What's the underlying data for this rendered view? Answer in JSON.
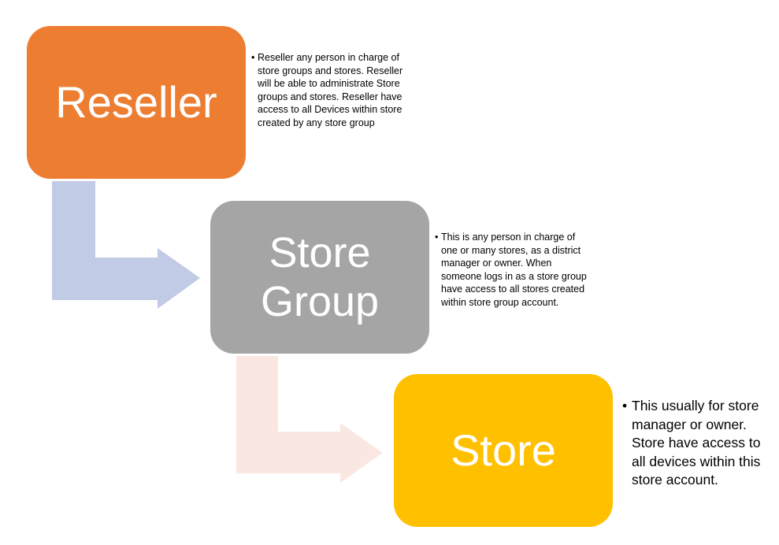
{
  "diagram": {
    "nodes": [
      {
        "id": "reseller",
        "label": "Reseller",
        "color": "#ED7D31"
      },
      {
        "id": "store-group",
        "label_lines": [
          "Store",
          "Group"
        ],
        "color": "#A5A5A5"
      },
      {
        "id": "store",
        "label": "Store",
        "color": "#FFC000"
      }
    ],
    "descriptions": {
      "reseller": "Reseller any person in charge of store groups and stores. Reseller will be able to administrate Store groups and stores. Reseller have access to all Devices within store created by any store group",
      "store_group": "This is any person in charge of one or many stores, as a district manager or owner. When someone logs in as a store group have access to all stores created within store group account.",
      "store": "This usually for store manager or owner. Store have access to all devices within this store account."
    },
    "bullet": "•",
    "arrows": [
      {
        "from": "reseller",
        "to": "store-group",
        "color": "#C1CBE5"
      },
      {
        "from": "store-group",
        "to": "store",
        "color": "#FBE7E2"
      }
    ]
  }
}
